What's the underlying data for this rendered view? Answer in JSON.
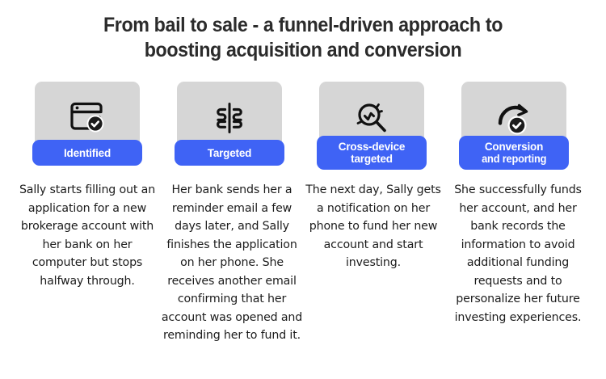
{
  "title": {
    "line1": "From bail to sale - a funnel-driven approach to",
    "line2": "boosting acquisition and conversion"
  },
  "colors": {
    "badge_blue": "#3f63f5",
    "panel_gray": "#d6d6d6",
    "title_text": "#2b2b2b",
    "body_text": "#1c1c1c",
    "background": "#ffffff",
    "icon_stroke": "#111111"
  },
  "stages": [
    {
      "icon_name": "browser-window-check-icon",
      "badge_lines": [
        "Identified"
      ],
      "body": "Sally starts filling out an application for a new brokerage account with her bank on her computer but stops halfway through."
    },
    {
      "icon_name": "split-distribute-icon",
      "badge_lines": [
        "Targeted"
      ],
      "body": "Her bank sends her a reminder email a few days later, and Sally finishes the application on her phone. She receives another email confirming that her account was opened and reminding her to fund it."
    },
    {
      "icon_name": "magnifier-analytics-icon",
      "badge_lines": [
        "Cross-device",
        "targeted"
      ],
      "body": "The next day, Sally gets a notification on her phone to fund her new account and start investing."
    },
    {
      "icon_name": "gauge-arrow-check-icon",
      "badge_lines": [
        "Conversion",
        "and reporting"
      ],
      "body": "She successfully funds her account, and her bank records the information to avoid additional funding requests and to personalize  her future investing experiences."
    }
  ]
}
